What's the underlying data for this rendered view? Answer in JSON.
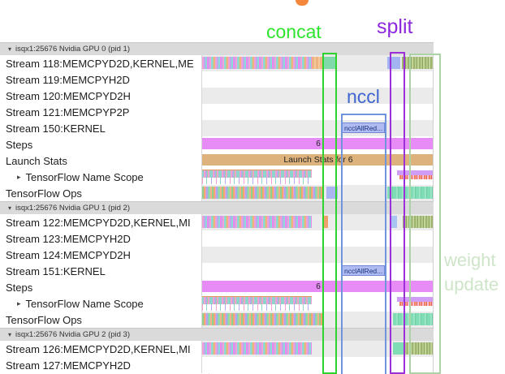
{
  "annotations": {
    "concat": "concat",
    "split": "split",
    "nccl": "nccl",
    "weight_update_line1": "weight",
    "weight_update_line2": "update",
    "colors": {
      "concat": "#2ee52e",
      "split": "#8e28dd",
      "nccl": "#3f66cf",
      "weight_update": "#cfe5c9",
      "concat_box": "#2ed32e",
      "split_box": "#9b30d9",
      "nccl_box": "#6f94dc",
      "weight_update_box": "#abd3a5",
      "clipped_top_fragment": "#f5873d"
    }
  },
  "timeline": {
    "steps_label": "6",
    "launch_stats_label": "Launch Stats for 6",
    "nccl_bar_label": "ncclAllRed...",
    "colors": {
      "steps_bar": "#e78bf7",
      "launch_bar": "#deb27d",
      "nccl_bar": "#b0bbf2",
      "section_header_bg": "#dadada",
      "alt_row_bg": "#ebebeb"
    }
  },
  "rows": [
    {
      "type": "section-header",
      "label": "isqx1:25676 Nvidia GPU 0 (pid 1)",
      "collapse_icon": "▾"
    },
    {
      "type": "stream",
      "label": "Stream 118:MEMCPYD2D,KERNEL,ME"
    },
    {
      "type": "stream",
      "label": "Stream 119:MEMCPYH2D"
    },
    {
      "type": "stream",
      "label": "Stream 120:MEMCPYD2H"
    },
    {
      "type": "stream",
      "label": "Stream 121:MEMCPYP2P"
    },
    {
      "type": "stream",
      "label": "Stream 150:KERNEL"
    },
    {
      "type": "track",
      "label": "Steps"
    },
    {
      "type": "track",
      "label": "Launch Stats"
    },
    {
      "type": "expandable",
      "label": "TensorFlow Name Scope",
      "expand_icon": "▸"
    },
    {
      "type": "track",
      "label": "TensorFlow Ops"
    },
    {
      "type": "section-header",
      "label": "isqx1:25676 Nvidia GPU 1 (pid 2)",
      "collapse_icon": "▾"
    },
    {
      "type": "stream",
      "label": "Stream 122:MEMCPYD2D,KERNEL,MI"
    },
    {
      "type": "stream",
      "label": "Stream 123:MEMCPYH2D"
    },
    {
      "type": "stream",
      "label": "Stream 124:MEMCPYD2H"
    },
    {
      "type": "stream",
      "label": "Stream 151:KERNEL"
    },
    {
      "type": "track",
      "label": "Steps"
    },
    {
      "type": "expandable",
      "label": "TensorFlow Name Scope",
      "expand_icon": "▸"
    },
    {
      "type": "track",
      "label": "TensorFlow Ops"
    },
    {
      "type": "section-header",
      "label": "isqx1:25676 Nvidia GPU 2 (pid 3)",
      "collapse_icon": "▾"
    },
    {
      "type": "stream",
      "label": "Stream 126:MEMCPYD2D,KERNEL,MI"
    },
    {
      "type": "stream",
      "label": "Stream 127:MEMCPYH2D"
    }
  ]
}
